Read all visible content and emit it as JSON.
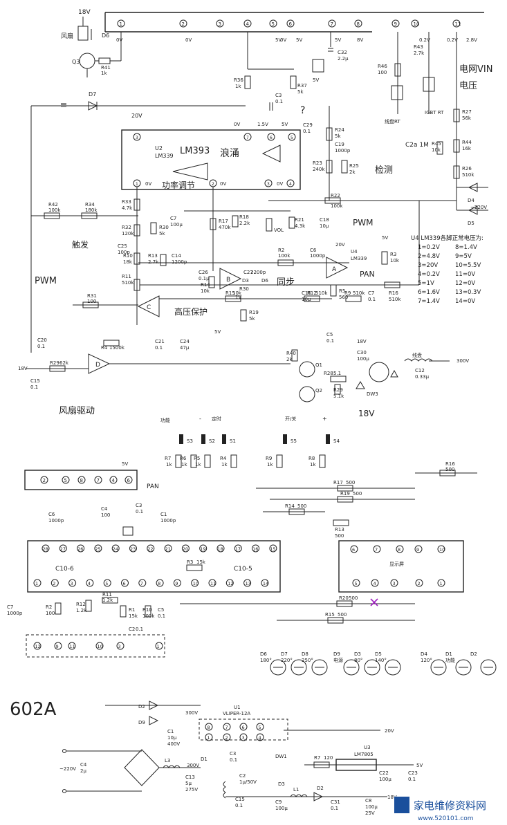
{
  "handwritten": {
    "lm393": "LM393",
    "pwm_left": "PWM",
    "pwm_mid": "PWM",
    "pan": "PAN",
    "pan2": "PAN",
    "grid_vin": "电网VIN",
    "voltage": "电压",
    "fan_drive": "风扇驱动",
    "surge_note": "浪涌",
    "power_adj": "功率调节",
    "detect": "检测",
    "trigger": "触发",
    "sync": "同步",
    "high_prot": "高压保护",
    "c2a": "C2a 1M",
    "v18": "18V",
    "model": "602A",
    "q": "?"
  },
  "main_connector": {
    "pins": [
      "1",
      "2",
      "3",
      "4",
      "5",
      "6",
      "7",
      "8",
      "9",
      "10",
      "11"
    ],
    "voltages": [
      "0V",
      "0V",
      "5V",
      "0V",
      "5V",
      "5V",
      "8V",
      "0.2V",
      "0.2V",
      "2.8V"
    ]
  },
  "labels": {
    "v18_fan": "18V",
    "fan": "风扇",
    "d6": "D6",
    "q3": "Q3",
    "r41": "R41",
    "r41v": "1k",
    "d7": "D7",
    "v20": "20V",
    "u2": "U2",
    "lm339": "LM339",
    "r36": "R36",
    "r36v": "1k",
    "r37": "R37",
    "r37v": "5k",
    "c3": "C3",
    "c3v": "0.1",
    "c32": "C32",
    "c32v": "2.2μ",
    "v5a": "5V",
    "v0a": "0V",
    "v15": "1.5V",
    "v5b": "5V",
    "c29": "C29",
    "c29v": "0.1",
    "r24": "R24",
    "r24v": "5k",
    "c19": "C19",
    "c19v": "1000p",
    "r23": "R23",
    "r23v": "240k",
    "r25": "R25",
    "r25v": "2k",
    "r46": "R46",
    "r46v": "100",
    "r43": "R43",
    "r43v": "2.7k",
    "coil_rt": "线盘RT",
    "igbt_rt": "IGBT RT",
    "r27": "R27",
    "r27v": "56k",
    "r45": "R45",
    "r45v": "10k",
    "r44": "R44",
    "r44v": "16k",
    "r26": "R26",
    "r26v": "510k",
    "d4": "D4",
    "d5": "D5",
    "ac220": "~220V",
    "r42": "R42",
    "r42v": "100k",
    "r34": "R34",
    "r34v": "180k",
    "r33": "R33",
    "r33v": "4.7k",
    "r32": "R32",
    "r32v": "120k",
    "r30": "R30",
    "r30v": "5k",
    "c25": "C25",
    "c25v": "100p",
    "c7": "C7",
    "c7v": "100μ",
    "r17": "R17",
    "r17v": "470k",
    "r18": "R18",
    "r18v": "2.2k",
    "vol": "VOL",
    "r21": "R21",
    "r21v": "4.3k",
    "c18": "C18",
    "c18v": "10μ",
    "r22": "R22",
    "r22v": "100k",
    "u4_title": "U4 LM339各脚正常电压为:",
    "u4_v": [
      "1=0.2V",
      "2=4.8V",
      "3=20V",
      "4=0.2V",
      "5=1V",
      "6=1.6V",
      "7=1.4V",
      "8=1.4V",
      "9=5V",
      "10=5.5V",
      "11=0V",
      "12=0V",
      "13=0.3V",
      "14=0V"
    ],
    "r10": "R10",
    "r10v": "18k",
    "r13": "R13",
    "r13v": "2.7k",
    "c14": "C14",
    "c14v": "1200p",
    "c26": "C26",
    "c26v": "0.1μ",
    "c27": "C27",
    "c27v": "2200p",
    "r2": "R2",
    "r2v": "100k",
    "c6": "C6",
    "c6v": "1000p",
    "u4": "U4",
    "u4lm": "LM339",
    "r3": "R3",
    "r3v": "10k",
    "r11": "R11",
    "r11v": "510k",
    "r14": "R14",
    "r14v": "10k",
    "r30b": "R30",
    "v1": "1V",
    "d3a": "D3",
    "d6b": "D6",
    "r5": "R5",
    "r5v": "560",
    "c16": "C16",
    "c16v": "10μ",
    "c7b": "C7",
    "c7bv": "0.1",
    "r16": "R16",
    "r16v": "510k",
    "r31": "R31",
    "r31v": "100",
    "r15": "R15",
    "r15v": "10k",
    "r12": "R12",
    "r12v": "510k",
    "r9": "R9",
    "r9v": "510k",
    "r19": "R19",
    "r19v": "5k",
    "c20": "C20",
    "c20v": "0.1",
    "c21": "C21",
    "c21v": "0.1",
    "c24": "C24",
    "c24v": "47μ",
    "r4": "R4",
    "r4v": "1500k",
    "v18": "18V",
    "r29": "R29",
    "r29v": "62k",
    "c15": "C15",
    "c15v": "0.1",
    "c5": "C5",
    "c5v": "0.1",
    "c30": "C30",
    "c30v": "100μ",
    "r40": "R40",
    "r40v": "2k",
    "q1": "Q1",
    "q2": "Q2",
    "r28": "R28",
    "r28v": "5.1",
    "r29b": "R29",
    "r29bv": "5.1k",
    "dw3": "DW3",
    "coil": "线盘",
    "v300": "300V",
    "c12": "C12",
    "c12v": "0.33μ",
    "pin5": "5",
    "pin4": "4",
    "pin12": "12",
    "pin2": "2",
    "pin6": "6",
    "pin7": "7",
    "pin8": "8",
    "pin14": "14",
    "pin9": "9",
    "pin11": "11",
    "pin13": "13",
    "pin10": "10",
    "v5c": "5V",
    "v20b": "20V",
    "v5d": "5V",
    "v18b": "18V",
    "oA": "A",
    "oB": "B",
    "oC": "C",
    "oD": "D"
  },
  "display_board": {
    "func": "功能",
    "minus": "-",
    "timer": "定时",
    "onoff": "开/关",
    "plus": "+",
    "s3": "S3",
    "s2": "S2",
    "s1": "S1",
    "s5": "S5",
    "s4": "S4",
    "r7": "R7",
    "r7v": "1k",
    "r6": "R6",
    "r6v": "1k",
    "r5": "R5",
    "r5v": "1k",
    "r4": "R4",
    "r4v": "1k",
    "r9": "R9",
    "r9v": "1k",
    "r8": "R8",
    "r8v": "1k",
    "v5": "5V",
    "conn_pins": [
      "2",
      "5",
      "8",
      "7",
      "4",
      "6"
    ],
    "r16": "R16",
    "r16v": "500",
    "r17": "R17",
    "r17v": "500",
    "r19": "R19",
    "r19v": "500",
    "r14": "R14",
    "r14v": "500",
    "r13": "R13",
    "r13v": "500",
    "c6": "C6",
    "c6v": "1000p",
    "c4": "C4",
    "c4v": "100",
    "c3": "C3",
    "c3v": "0.1",
    "c1": "C1",
    "c1v": "1000p",
    "mcu_top": [
      "28",
      "27",
      "26",
      "25",
      "24",
      "23",
      "22",
      "21",
      "20",
      "19",
      "18",
      "17",
      "16",
      "15"
    ],
    "mcu_bot": [
      "1",
      "2",
      "3",
      "4",
      "5",
      "6",
      "7",
      "8",
      "9",
      "10",
      "11",
      "12",
      "13",
      "14"
    ],
    "c10_6": "C10-6",
    "c10_5": "C10-5",
    "r3": "R3",
    "r3v": "15k",
    "disp": "显示屏",
    "disp_top": [
      "6",
      "7",
      "8",
      "9",
      "10"
    ],
    "disp_bot": [
      "5",
      "4",
      "3",
      "2",
      "1"
    ],
    "c7": "C7",
    "c7v": "1000p",
    "r2": "R2",
    "r2v": "100",
    "r12": "R12",
    "r12v": "1.2k",
    "r11": "R11",
    "r11v": "1.2k",
    "r1": "R1",
    "r1v": "15k",
    "r10": "R10",
    "r10v": "100k",
    "c5": "C5",
    "c5v": "0.1",
    "c2": "C2",
    "c2v": "0.1",
    "r20": "R20",
    "r20v": "500",
    "r15": "R15",
    "r15v": "500",
    "dash_pins": [
      "12",
      "9",
      "11",
      "10",
      "3",
      "1"
    ],
    "leds": [
      {
        "n": "D6",
        "t": "180°"
      },
      {
        "n": "D7",
        "t": "220°"
      },
      {
        "n": "D8",
        "t": "250°"
      },
      {
        "n": "D9",
        "t": "电源"
      },
      {
        "n": "D3",
        "t": "80°"
      },
      {
        "n": "D5",
        "t": "140°"
      },
      {
        "n": "D4",
        "t": "120°"
      },
      {
        "n": "D1",
        "t": "功能"
      },
      {
        "n": "D2",
        "t": ""
      }
    ]
  },
  "psu": {
    "d2": "D2",
    "d9": "D9",
    "v300": "300V",
    "c1": "C1",
    "c1v": "10μ",
    "c1vv": "400V",
    "u1": "U1",
    "viper": "VLIPER-12A",
    "pins": [
      "8",
      "7",
      "6",
      "5",
      "1",
      "2",
      "3",
      "4"
    ],
    "v20": "20V",
    "u3": "U3",
    "lm7805": "LM7805",
    "r7": "R7",
    "r7v": "120",
    "v5": "5V",
    "c22": "C22",
    "c22v": "100μ",
    "c23": "C23",
    "c23v": "0.1",
    "ac": "~220V",
    "c4": "C4",
    "c4v": "2μ",
    "l3": "L3",
    "v300b": "300V",
    "c13": "C13",
    "c13v": "5μ",
    "c13vv": "275V",
    "d1": "D1",
    "c3": "C3",
    "c3v": "0.1",
    "c2": "C2",
    "c2v": "1μ/50V",
    "dw1": "DW1",
    "d3": "D3",
    "l1": "L1",
    "d2b": "D2",
    "v18": "18V",
    "c15": "C15",
    "c15v": "0.1",
    "c9": "C9",
    "c9v": "100μ",
    "c31": "C31",
    "c31v": "0.1",
    "c8": "C8",
    "c8v": "100μ",
    "c8vv": "25V"
  },
  "watermark": {
    "title": "家电维修资料网",
    "url": "www.520101.com"
  }
}
